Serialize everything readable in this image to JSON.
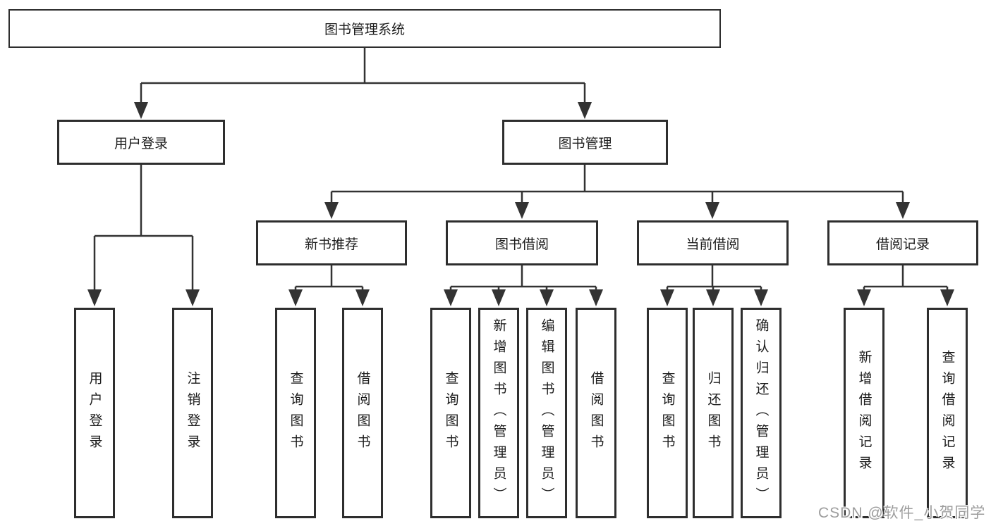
{
  "watermark": "CSDN @软件_小贺同学",
  "colors": {
    "line": "#333333",
    "box_border": "#2e2e2e",
    "text": "#1c1c1c",
    "watermark_text": "#9d9d9d",
    "background": "#ffffff"
  },
  "tree": {
    "root": {
      "label": "图书管理系统",
      "children": [
        {
          "label": "用户登录",
          "children": [
            {
              "label": "用户登录"
            },
            {
              "label": "注销登录"
            }
          ]
        },
        {
          "label": "图书管理",
          "children": [
            {
              "label": "新书推荐",
              "children": [
                {
                  "label": "查询图书"
                },
                {
                  "label": "借阅图书"
                }
              ]
            },
            {
              "label": "图书借阅",
              "children": [
                {
                  "label": "查询图书"
                },
                {
                  "label": "新增图书（管理员）"
                },
                {
                  "label": "编辑图书（管理员）"
                },
                {
                  "label": "借阅图书"
                }
              ]
            },
            {
              "label": "当前借阅",
              "children": [
                {
                  "label": "查询图书"
                },
                {
                  "label": "归还图书"
                },
                {
                  "label": "确认归还（管理员）"
                }
              ]
            },
            {
              "label": "借阅记录",
              "children": [
                {
                  "label": "新增借阅记录"
                },
                {
                  "label": "查询借阅记录"
                }
              ]
            }
          ]
        }
      ]
    }
  }
}
